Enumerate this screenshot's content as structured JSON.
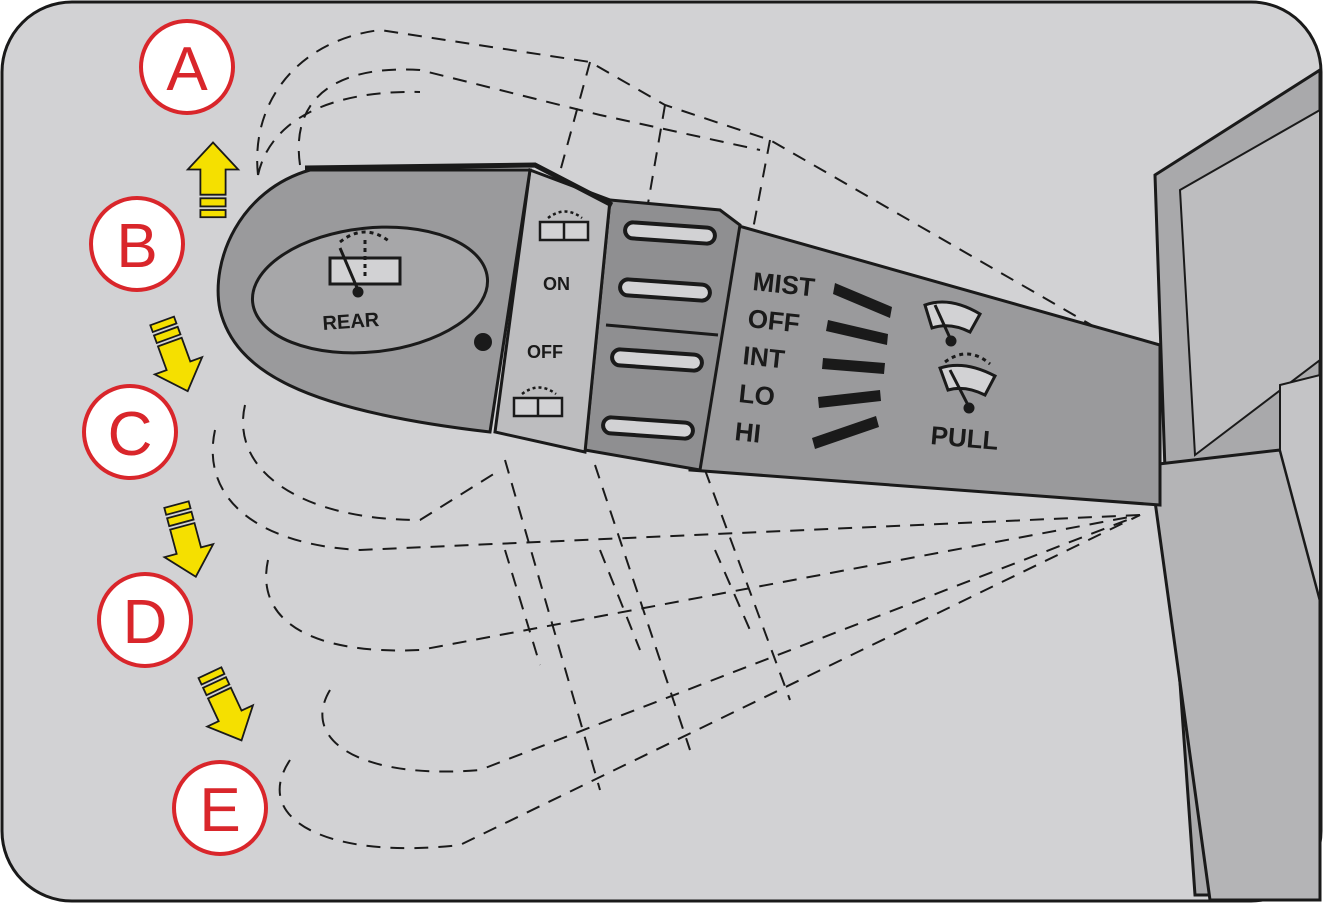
{
  "position_markers": [
    {
      "id": "a",
      "letter": "A"
    },
    {
      "id": "b",
      "letter": "B"
    },
    {
      "id": "c",
      "letter": "C"
    },
    {
      "id": "d",
      "letter": "D"
    },
    {
      "id": "e",
      "letter": "E"
    }
  ],
  "rear_wiper": {
    "label": "REAR",
    "on_label": "ON",
    "off_label": "OFF"
  },
  "front_wiper": {
    "modes": [
      "MIST",
      "OFF",
      "INT",
      "LO",
      "HI"
    ],
    "pull_label": "PULL"
  },
  "colors": {
    "background": "#d2d2d4",
    "stalk": "#9a9a9c",
    "outline": "#1a1a1a",
    "marker_ring": "#d9262b",
    "arrow": "#f5e000"
  },
  "icons": [
    "rear-wiper-icon",
    "washer-spray-icon",
    "windshield-wiper-icon",
    "windshield-washer-icon",
    "direction-arrow-icon"
  ]
}
